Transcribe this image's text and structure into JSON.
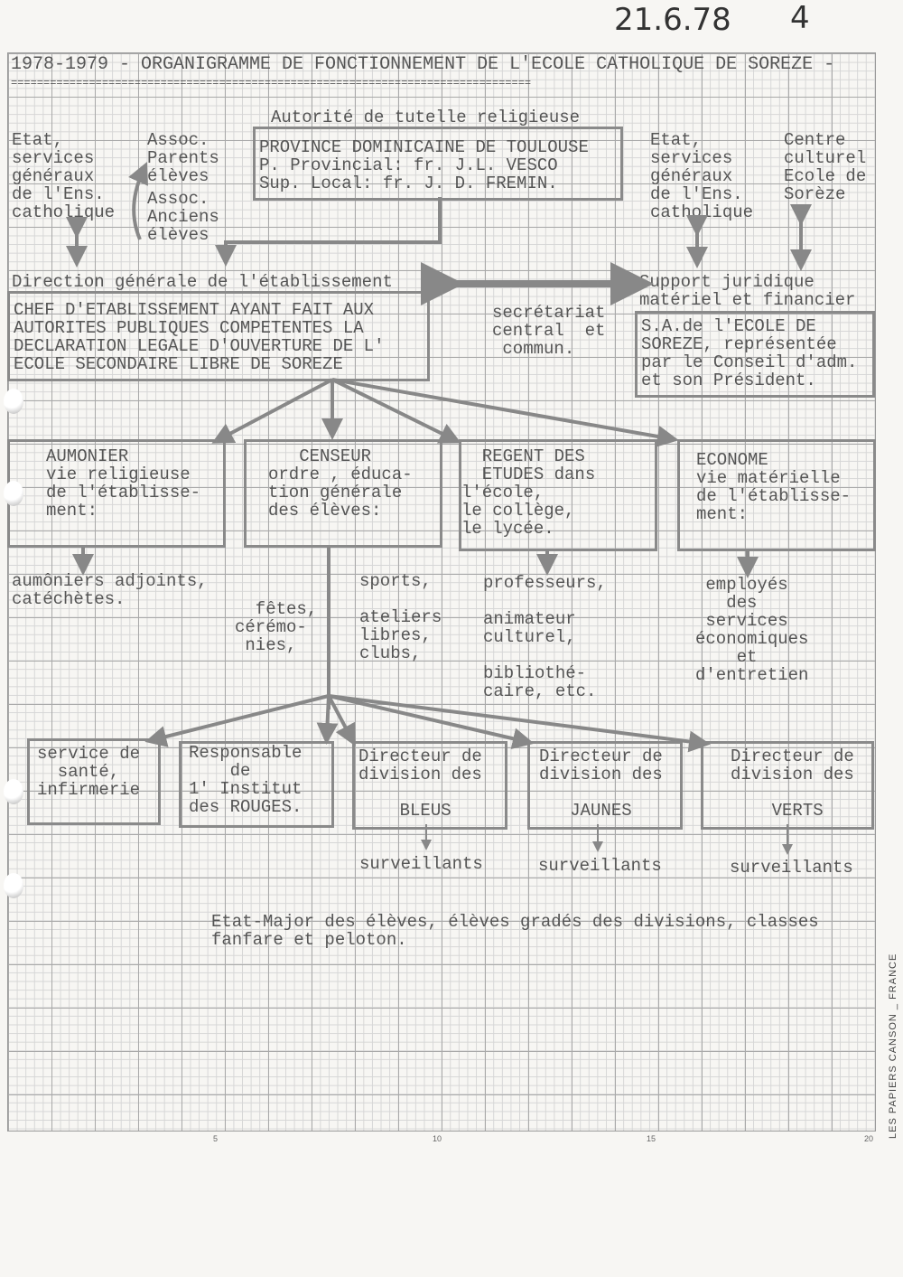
{
  "handwritten": {
    "date": "21.6.78",
    "mark": "4"
  },
  "title": "1978-1979 - ORGANIGRAMME DE FONCTIONNEMENT DE L'ECOLE CATHOLIQUE DE SOREZE -",
  "underline": "================================================================================",
  "tutelle": {
    "heading": "Autorité de tutelle religieuse",
    "lines": [
      "PROVINCE DOMINICAINE DE TOULOUSE",
      "P. Provincial: fr. J.L. VESCO",
      "Sup. Local: fr. J. D. FREMIN."
    ]
  },
  "etat_left": "Etat,\nservices\ngénéraux\nde l'Ens.\ncatholique",
  "assoc_parents": "Assoc.\nParents\nélèves",
  "assoc_anciens": "Assoc.\nAnciens\nélèves",
  "etat_right": "Etat,\nservices\ngénéraux\nde l'Ens.\ncatholique",
  "centre": "Centre\nculturel\nEcole de\nSorèze",
  "direction": {
    "heading": "Direction générale de l'établissement",
    "text": "CHEF D'ETABLISSEMENT AYANT FAIT AUX\nAUTORITES PUBLIQUES COMPETENTES LA\nDECLARATION LEGALE D'OUVERTURE DE L'\nECOLE SECONDAIRE LIBRE DE SOREZE"
  },
  "secretariat": "secrétariat\ncentral  et\n commun.",
  "support": {
    "heading": "Support juridique\nmatériel et financier",
    "text": "S.A.de l'ECOLE DE\nSOREZE, représentée\npar le Conseil d'adm.\net son Président."
  },
  "services": [
    {
      "text": "AUMONIER\nvie religieuse\nde l'établisse-\nment:",
      "below": "aumôniers adjoints,\ncatéchètes."
    },
    {
      "text": "   CENSEUR\nordre , éduca-\ntion générale\ndes élèves:",
      "below_left": "  fêtes,\ncérémo-\n nies,",
      "below_right": "sports,\n\nateliers\nlibres,\nclubs,"
    },
    {
      "text": "  REGENT DES\n  ETUDES dans\nl'école,\nle collège,\nle lycée.",
      "below": "professeurs,\n\nanimateur\nculturel,\n\nbibliothé-\ncaire, etc."
    },
    {
      "text": "ECONOME\nvie matérielle\nde l'établisse-\nment:",
      "below": " employés\n   des\n services\néconomiques\n    et\nd'entretien"
    }
  ],
  "divisions": [
    {
      "text": "service de\n  santé,\ninfirmerie"
    },
    {
      "text": "Responsable\n    de\n1' Institut\ndes ROUGES."
    },
    {
      "text": "Directeur de\ndivision des\n\n    BLEUS",
      "below": "surveillants"
    },
    {
      "text": "Directeur de\ndivision des\n\n   JAUNES",
      "below": "surveillants"
    },
    {
      "text": "Directeur de\ndivision des\n\n    VERTS",
      "below": "surveillants"
    }
  ],
  "etat_major": "Etat-Major des élèves, élèves gradés des divisions, classes\nfanfare et peloton.",
  "ruler": [
    "5",
    "10",
    "15",
    "20"
  ],
  "paper_brand": "LES PAPIERS CANSON _ FRANCE",
  "colors": {
    "paper": "#f7f6f3",
    "ink": "#555555",
    "grid": "#a9a9a9"
  }
}
